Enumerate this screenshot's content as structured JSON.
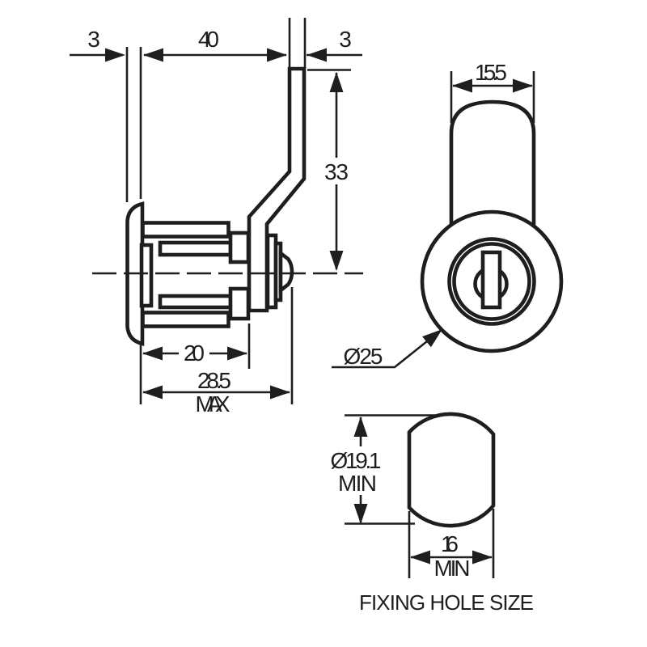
{
  "page": {
    "background": "#ffffff",
    "line_color": "#1e1e1e",
    "description": "cam lock technical drawing"
  },
  "side_view": {
    "dims": {
      "flange_thickness": "3",
      "body_to_cam": "40",
      "cam_thickness": "3",
      "cam_height": "33",
      "thread_length": "20",
      "overall_length": "28.5",
      "overall_length_qualifier": "MAX"
    }
  },
  "front_view": {
    "dims": {
      "body_width": "15.5",
      "face_diameter": "Ø25"
    }
  },
  "fixing_hole_view": {
    "dims": {
      "hole_diameter": "Ø19.1",
      "hole_diameter_qualifier": "MIN",
      "hole_width": "16",
      "hole_width_qualifier": "MIN"
    },
    "caption": "FIXING HOLE SIZE"
  }
}
